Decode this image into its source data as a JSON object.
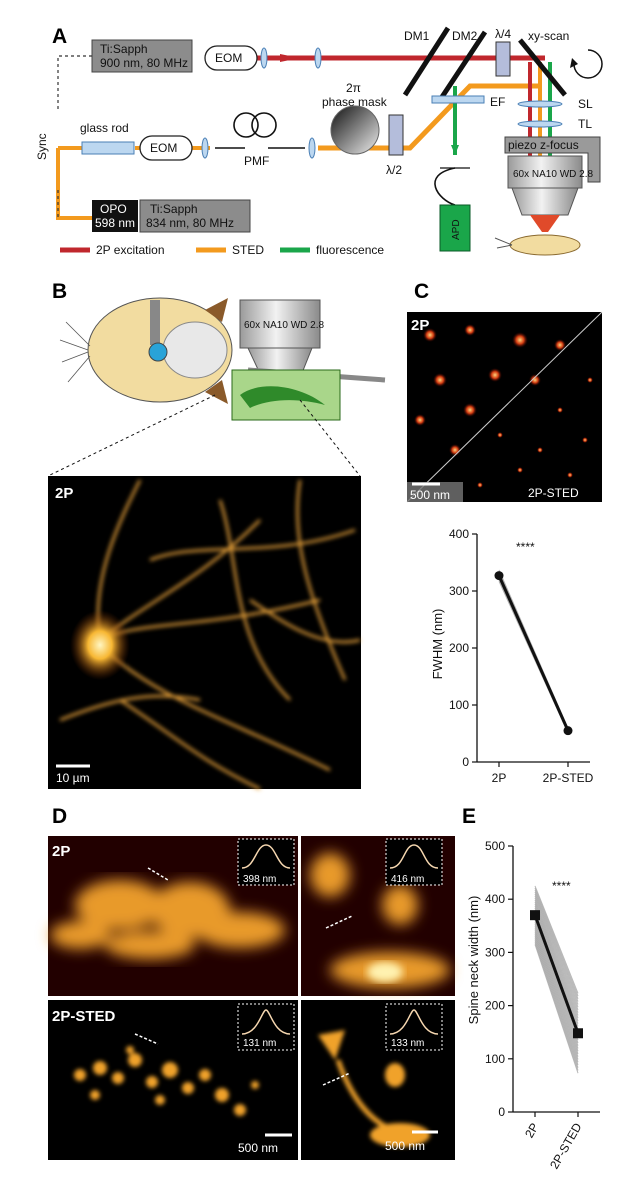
{
  "panels": {
    "a": "A",
    "b": "B",
    "c": "C",
    "d": "D",
    "e": "E"
  },
  "setup": {
    "laser1": [
      "Ti:Sapph",
      "900 nm, 80 MHz"
    ],
    "laser2": [
      "Ti:Sapph",
      "834 nm, 80 MHz"
    ],
    "opo": [
      "OPO",
      "598 nm"
    ],
    "eom": "EOM",
    "sync": "Sync",
    "glass_rod": "glass rod",
    "pmf": "PMF",
    "phase_mask": [
      "2π",
      "phase mask"
    ],
    "lambda_half": "λ/2",
    "lambda_quarter": "λ/4",
    "dm1": "DM1",
    "dm2": "DM2",
    "xy_scan": "xy-scan",
    "ef": "EF",
    "apd": "APD",
    "sl": "SL",
    "tl": "TL",
    "piezo": "piezo z-focus",
    "objective": "60x NA10 WD 2.8",
    "legend": [
      {
        "label": "2P excitation",
        "color": "#c0272d"
      },
      {
        "label": "STED",
        "color": "#f39a1e"
      },
      {
        "label": "fluorescence",
        "color": "#1aa64a"
      }
    ]
  },
  "panel_b": {
    "objective": "60x NA10 WD 2.8",
    "image_label": "2P",
    "scale": "10 µm"
  },
  "panel_c": {
    "tl_label": "2P",
    "br_label": "2P-STED",
    "scale": "500 nm"
  },
  "panel_d": {
    "top_label": "2P",
    "bottom_label": "2P-STED",
    "insets": [
      "398 nm",
      "416 nm",
      "131 nm",
      "133 nm"
    ],
    "scale_left": "500 nm",
    "scale_right": "500 nm"
  },
  "chart_data": [
    {
      "type": "line",
      "panel": "C",
      "categories": [
        "2P",
        "2P-STED"
      ],
      "series": [
        {
          "values": [
            327,
            55
          ]
        }
      ],
      "ylabel": "FWHM (nm)",
      "ylim": [
        0,
        400
      ],
      "yticks": [
        0,
        100,
        200,
        300,
        400
      ],
      "annotation": "****"
    },
    {
      "type": "line",
      "panel": "E",
      "categories": [
        "2P",
        "2P-STED"
      ],
      "series": [
        {
          "values": [
            370,
            148
          ]
        }
      ],
      "ylabel": "Spine neck width (nm)",
      "ylim": [
        0,
        500
      ],
      "yticks": [
        0,
        100,
        200,
        300,
        400,
        500
      ],
      "annotation": "****"
    }
  ]
}
